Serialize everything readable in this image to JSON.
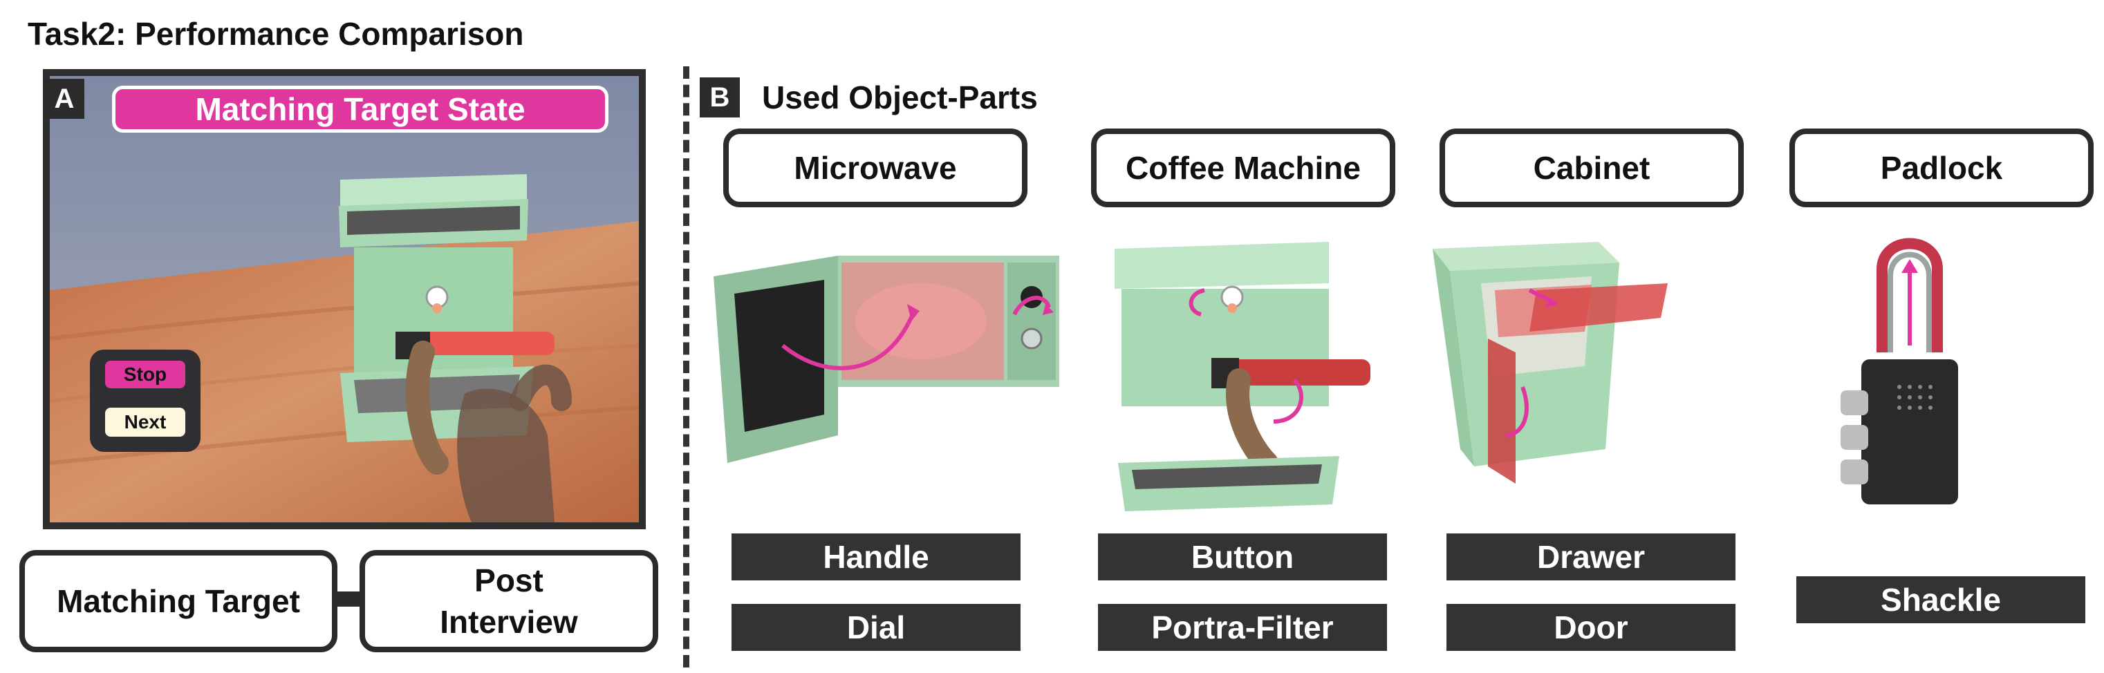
{
  "title": "Task2: Performance Comparison",
  "panel_a": {
    "tag": "A",
    "banner": "Matching Target State",
    "stop_label": "Stop",
    "next_label": "Next",
    "flow": {
      "step1": "Matching Target",
      "step2": "Post Interview"
    }
  },
  "panel_b": {
    "tag": "B",
    "heading": "Used Object-Parts",
    "objects": [
      {
        "name": "Microwave",
        "parts": [
          "Handle",
          "Dial"
        ]
      },
      {
        "name": "Coffee Machine",
        "parts": [
          "Button",
          "Portra-Filter"
        ]
      },
      {
        "name": "Cabinet",
        "parts": [
          "Drawer",
          "Door"
        ]
      },
      {
        "name": "Padlock",
        "parts": [
          "Shackle"
        ]
      }
    ]
  },
  "colors": {
    "accent": "#e0379f",
    "dark": "#2b2b2b",
    "appliance": "#a9d9b4",
    "highlight": "#e94a4a"
  }
}
